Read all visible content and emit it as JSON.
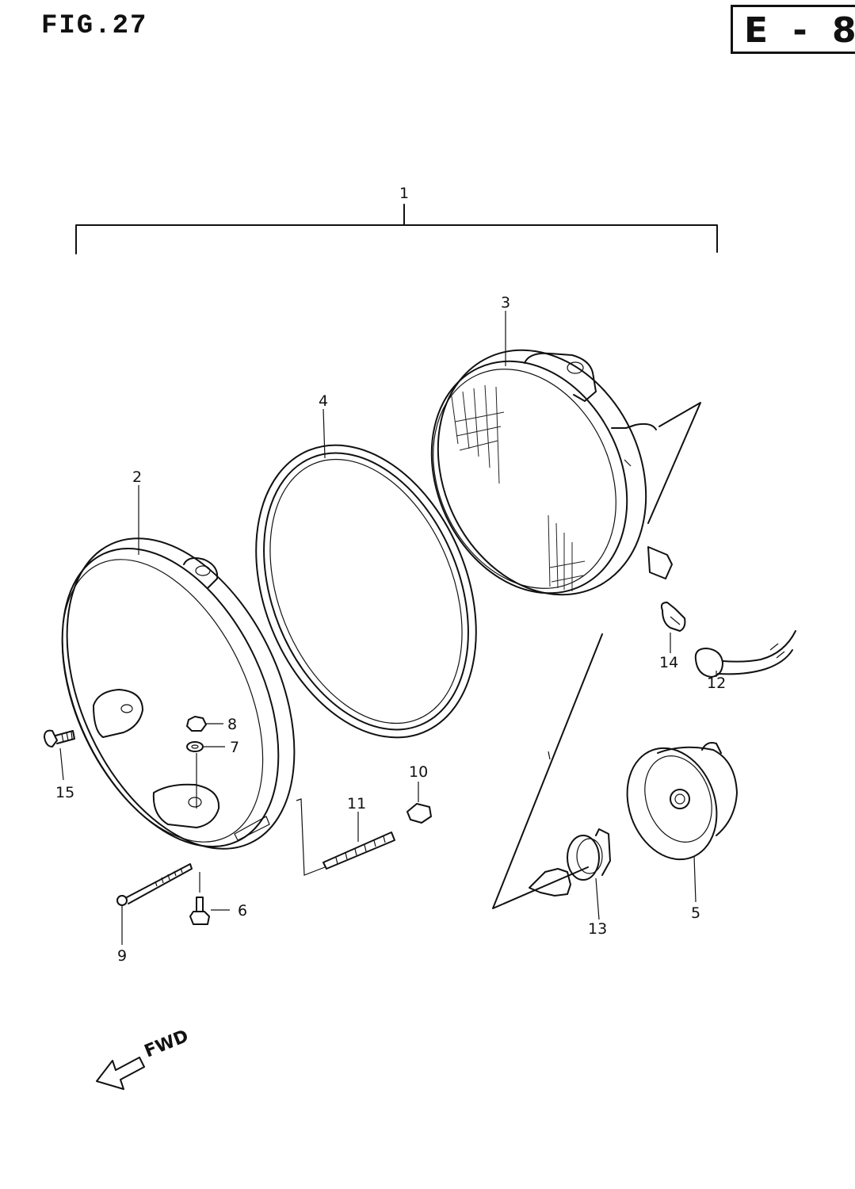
{
  "header": {
    "figure_title": "FIG.27",
    "page_code": "E - 8"
  },
  "callouts": {
    "c1": "1",
    "c2": "2",
    "c3": "3",
    "c4": "4",
    "c5": "5",
    "c6": "6",
    "c7": "7",
    "c8": "8",
    "c9": "9",
    "c10": "10",
    "c11": "11",
    "c12": "12",
    "c13": "13",
    "c14": "14",
    "c15": "15"
  },
  "direction_label": "FWD"
}
